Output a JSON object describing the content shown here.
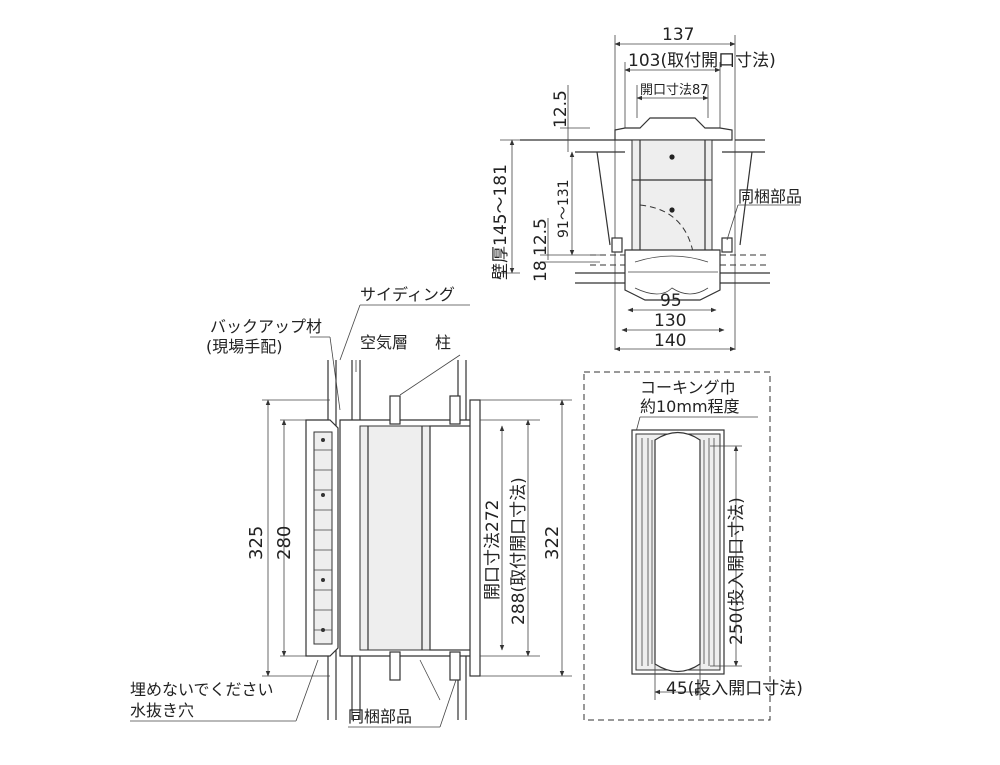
{
  "top_view": {
    "dim_137": "137",
    "dim_103": "103(取付開口寸法)",
    "dim_open87": "開口寸法87",
    "dim_12_5_top": "12.5",
    "dim_wall": "壁厚145～181",
    "dim_91_131": "91～131",
    "dim_12_5_mid": "12.5",
    "dim_18": "18",
    "label_bundled": "同梱部品",
    "dim_95": "95",
    "dim_130": "130",
    "dim_140": "140"
  },
  "side_view": {
    "label_siding": "サイディング",
    "label_backup_1": "バックアップ材",
    "label_backup_2": "(現場手配)",
    "label_air_layer": "空気層",
    "label_pillar": "柱",
    "dim_325": "325",
    "dim_280": "280",
    "dim_open272": "開口寸法272",
    "dim_288": "288(取付開口寸法)",
    "dim_322": "322",
    "label_no_fill_1": "埋めないでください",
    "label_no_fill_2": "水抜き穴",
    "label_bundled": "同梱部品"
  },
  "front_view": {
    "label_caulking_1": "コーキング巾",
    "label_caulking_2": "約10mm程度",
    "dim_250": "250(投入開口寸法)",
    "dim_45": "45(投入開口寸法)"
  }
}
